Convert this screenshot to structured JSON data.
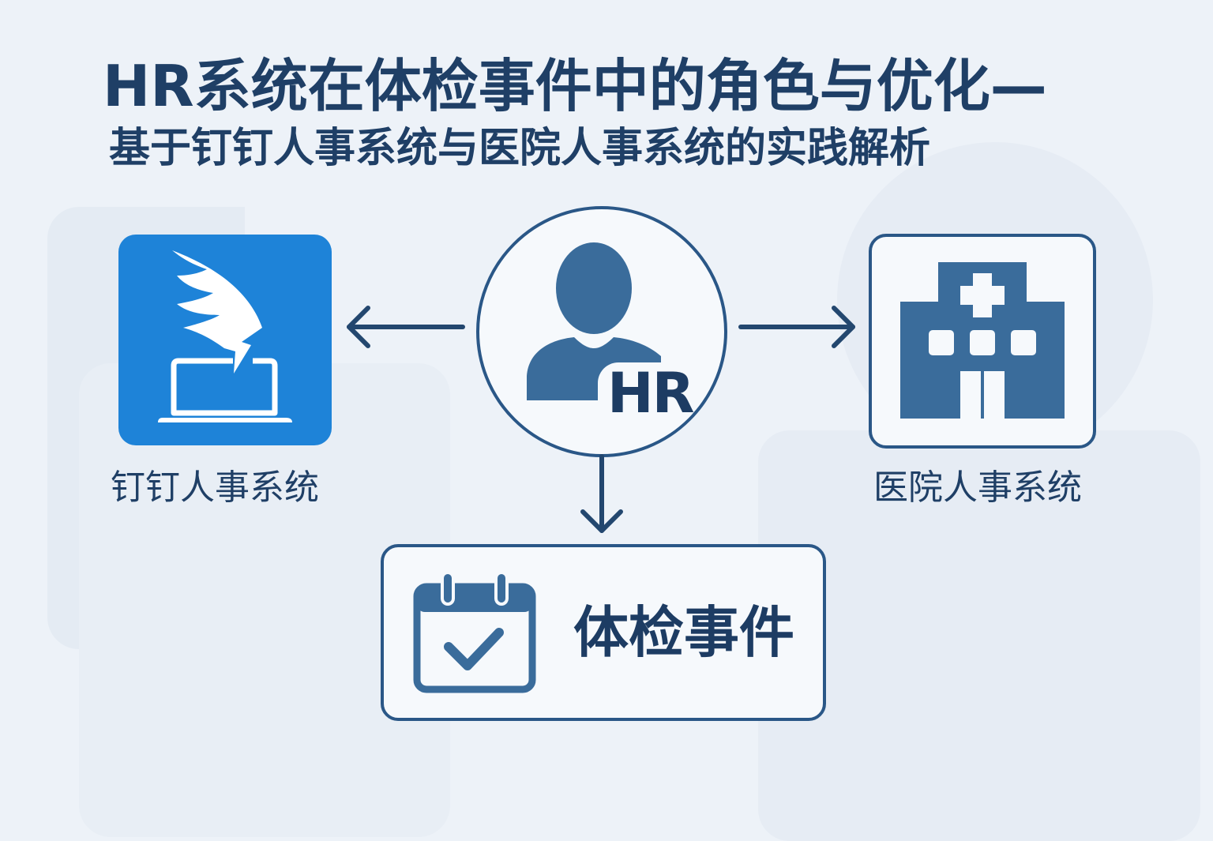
{
  "header": {
    "title": "HR系统在体检事件中的角色与优化—",
    "subtitle": "基于钉钉人事系统与医院人事系统的实践解析"
  },
  "nodes": {
    "left": {
      "label": "钉钉人事系统",
      "icon": "dingtalk-laptop-icon"
    },
    "center": {
      "label": "HR",
      "icon": "person-icon"
    },
    "right": {
      "label": "医院人事系统",
      "icon": "hospital-icon"
    },
    "bottom": {
      "label": "体检事件",
      "icon": "calendar-check-icon"
    }
  },
  "colors": {
    "primary": "#2a5787",
    "dingtalk_blue": "#1e83d8",
    "icon_blue": "#3a6c9b",
    "text_dark": "#1f3f66",
    "background": "#edf2f8"
  }
}
